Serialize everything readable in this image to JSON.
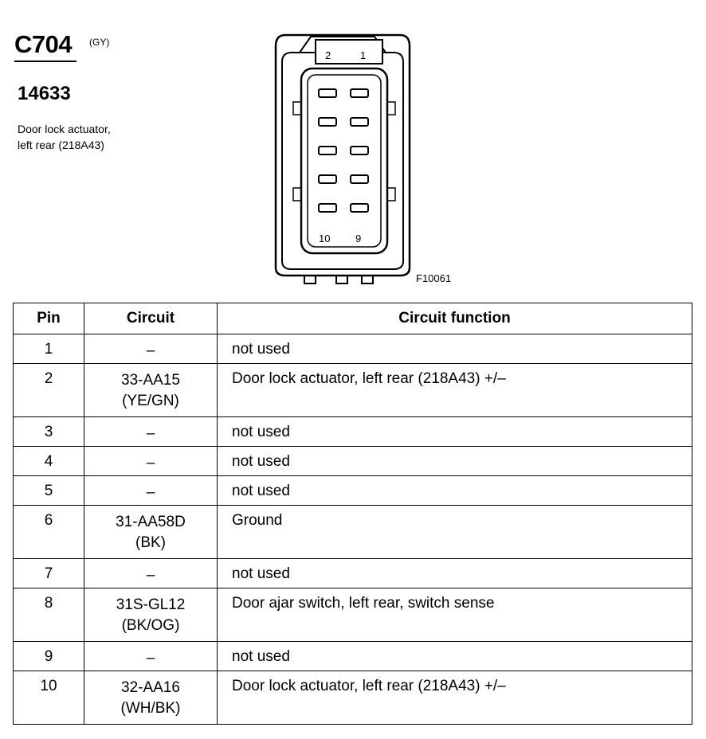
{
  "header": {
    "connector_id": "C704",
    "connector_color": "(GY)",
    "part_number": "14633",
    "description_lines": [
      "Door lock actuator,",
      "left rear (218A43)"
    ]
  },
  "diagram": {
    "cavity_labels": {
      "top_left": "2",
      "top_right": "1",
      "bottom_left": "10",
      "bottom_right": "9"
    },
    "figure_id": "F10061"
  },
  "table": {
    "columns": [
      "Pin",
      "Circuit",
      "Circuit function"
    ],
    "rows": [
      {
        "pin": "1",
        "circuit": [
          "–"
        ],
        "function": "not used"
      },
      {
        "pin": "2",
        "circuit": [
          "33-AA15",
          "(YE/GN)"
        ],
        "function": "Door lock actuator, left rear (218A43) +/–"
      },
      {
        "pin": "3",
        "circuit": [
          "–"
        ],
        "function": "not used"
      },
      {
        "pin": "4",
        "circuit": [
          "–"
        ],
        "function": "not used"
      },
      {
        "pin": "5",
        "circuit": [
          "–"
        ],
        "function": "not used"
      },
      {
        "pin": "6",
        "circuit": [
          "31-AA58D",
          "(BK)"
        ],
        "function": "Ground"
      },
      {
        "pin": "7",
        "circuit": [
          "–"
        ],
        "function": "not used"
      },
      {
        "pin": "8",
        "circuit": [
          "31S-GL12",
          "(BK/OG)"
        ],
        "function": "Door ajar switch, left rear, switch sense"
      },
      {
        "pin": "9",
        "circuit": [
          "–"
        ],
        "function": "not used"
      },
      {
        "pin": "10",
        "circuit": [
          "32-AA16",
          "(WH/BK)"
        ],
        "function": "Door lock actuator, left rear (218A43) +/–"
      }
    ]
  }
}
